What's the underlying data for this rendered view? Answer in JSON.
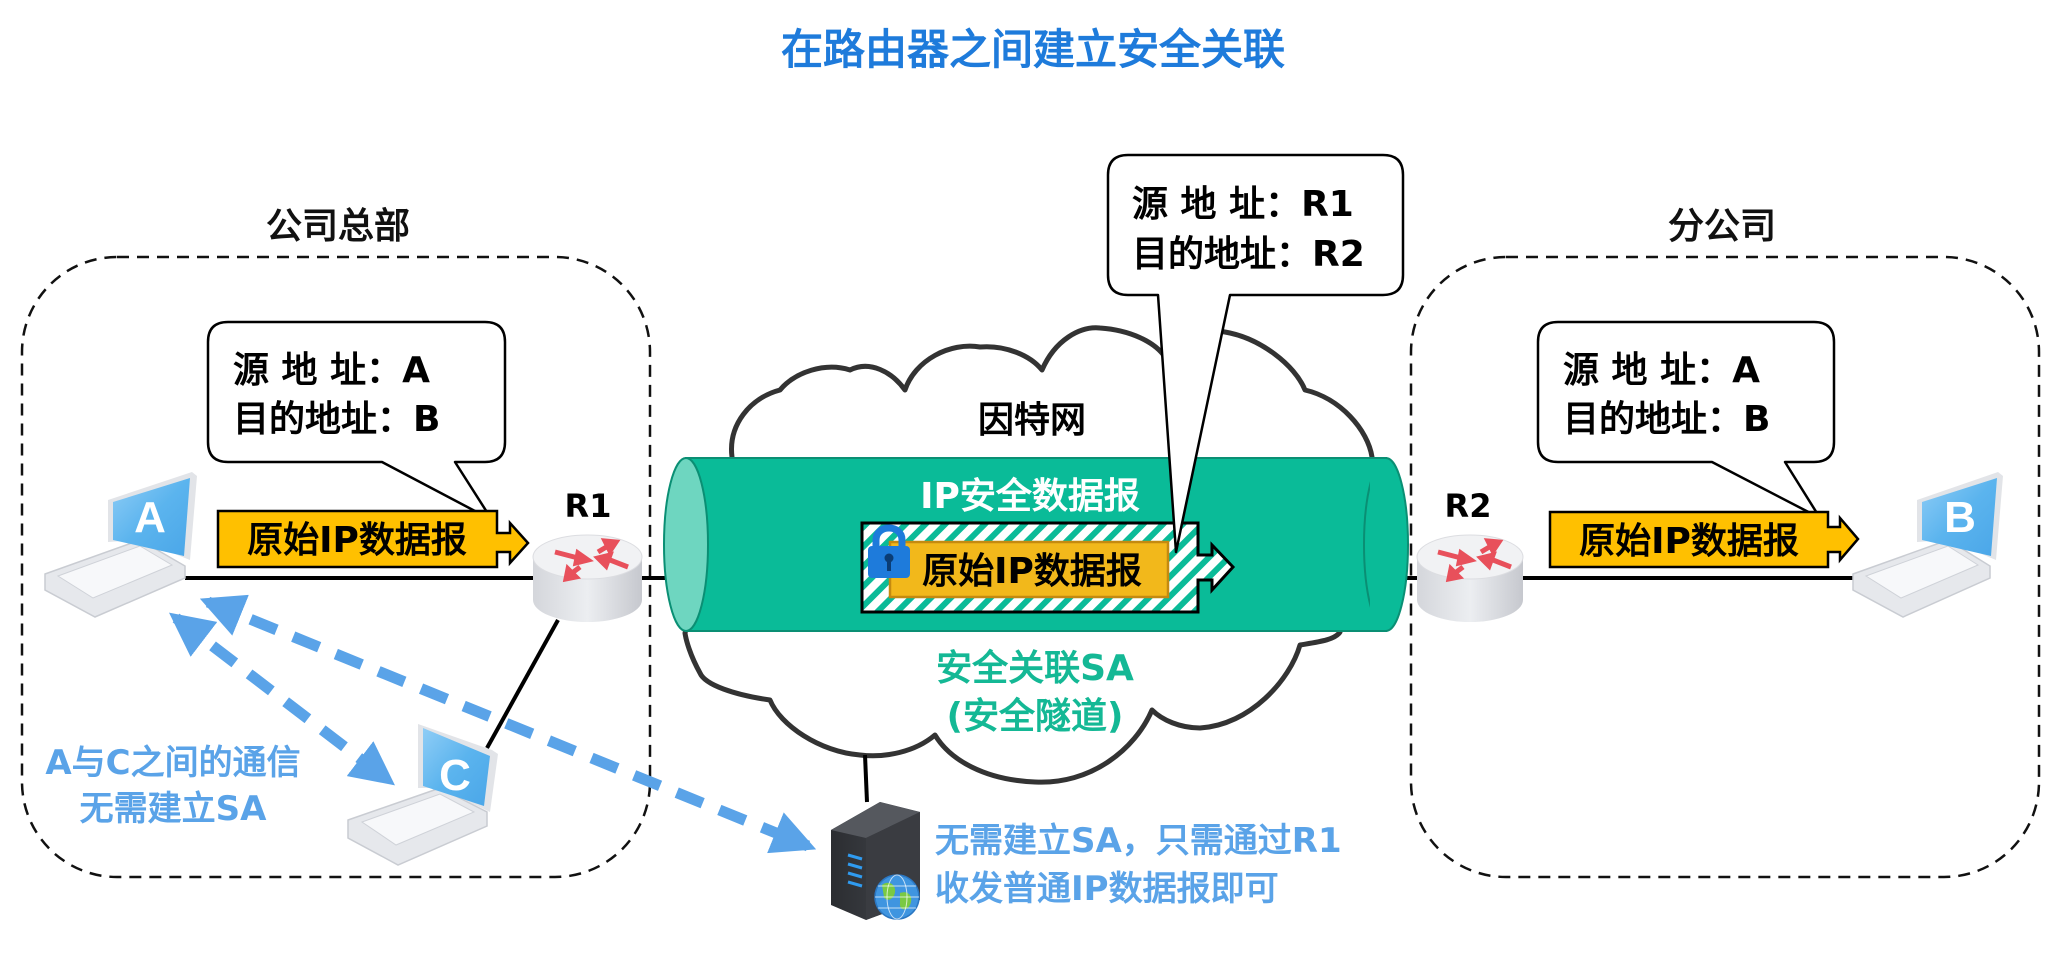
{
  "title": "在路由器之间建立安全关联",
  "regions": {
    "headquarters": "公司总部",
    "branch": "分公司"
  },
  "internet_label": "因特网",
  "routers": {
    "r1": "R1",
    "r2": "R2"
  },
  "hosts": {
    "a": "A",
    "b": "B",
    "c": "C"
  },
  "bubbles": {
    "left": {
      "line1": "源 地 址：A",
      "line2": "目的地址：B"
    },
    "tunnel": {
      "line1": "源 地 址：R1",
      "line2": "目的地址：R2"
    },
    "right": {
      "line1": "源 地 址：A",
      "line2": "目的地址：B"
    }
  },
  "datagrams": {
    "original_left": "原始IP数据报",
    "original_inner": "原始IP数据报",
    "original_right": "原始IP数据报",
    "ipsec_label": "IP安全数据报"
  },
  "tunnel": {
    "line1": "安全关联SA",
    "line2": "(安全隧道)"
  },
  "notes": {
    "a_c_line1": "A与C之间的通信",
    "a_c_line2": "无需建立SA",
    "server_line1": "无需建立SA，只需通过R1",
    "server_line2": "收发普通IP数据报即可"
  },
  "icons": {
    "laptop": "laptop-icon",
    "router": "router-icon",
    "server": "server-icon",
    "lock": "lock-icon",
    "globe": "globe-icon"
  },
  "colors": {
    "title_blue": "#1E7BDB",
    "note_blue": "#5AA3E8",
    "tunnel_green": "#0ABB98",
    "tunnel_cap": "#6ED6C0",
    "sa_green": "#14B895",
    "datagram_yellow": "#FFC000",
    "router_arrow_red": "#E8505B",
    "laptop_screen_blue": "#5BB4EE"
  }
}
